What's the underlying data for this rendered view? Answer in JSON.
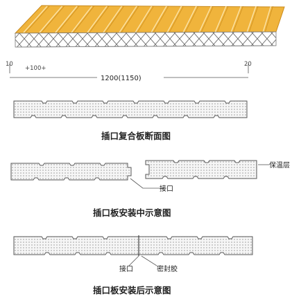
{
  "dimensions": {
    "left_tick": "10",
    "pitch": "+100+",
    "width": "1200(1150)",
    "right_tick": "20"
  },
  "captions": {
    "section": "插口复合板断面图",
    "install_during": "插口板安装中示意图",
    "install_after": "插口板安装后示意图"
  },
  "labels": {
    "insulation": "保温层",
    "joint_during": "接口",
    "joint_after": "接口",
    "sealant": "密封胶"
  },
  "colors": {
    "roof_top": "#f0b43c",
    "roof_edge": "#c98a1c",
    "core_fill": "#f4f4f4",
    "line": "#555555"
  }
}
